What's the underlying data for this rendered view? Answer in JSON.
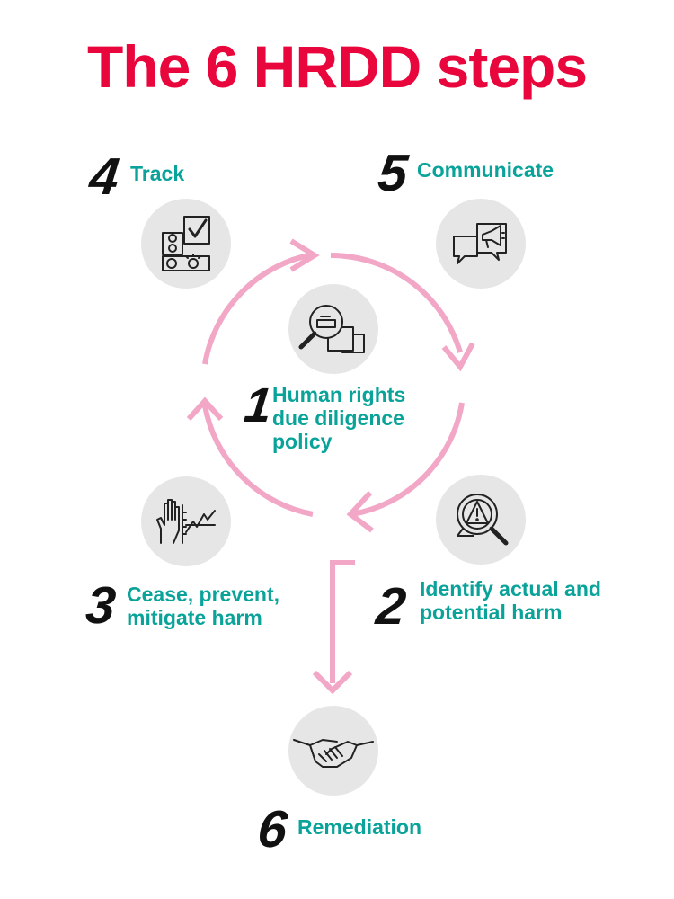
{
  "title": "The 6 HRDD steps",
  "colors": {
    "title": "#e8063c",
    "label": "#0aa39a",
    "arrow": "#f2a7c6",
    "icon_bg": "#e6e6e6",
    "number": "#111111",
    "icon_stroke": "#222222"
  },
  "steps": [
    {
      "number": "1",
      "lines": [
        "Human rights",
        "due diligence",
        "policy"
      ],
      "icon": "magnifier-folder-icon"
    },
    {
      "number": "2",
      "lines": [
        "Identify actual and",
        "potential harm"
      ],
      "icon": "magnifier-warning-icon"
    },
    {
      "number": "3",
      "lines": [
        "Cease, prevent,",
        "mitigate harm"
      ],
      "icon": "hand-stop-chart-icon"
    },
    {
      "number": "4",
      "lines": [
        "Track"
      ],
      "icon": "checklist-dashboard-icon"
    },
    {
      "number": "5",
      "lines": [
        "Communicate"
      ],
      "icon": "megaphone-speech-icon"
    },
    {
      "number": "6",
      "lines": [
        "Remediation"
      ],
      "icon": "handshake-icon"
    }
  ]
}
